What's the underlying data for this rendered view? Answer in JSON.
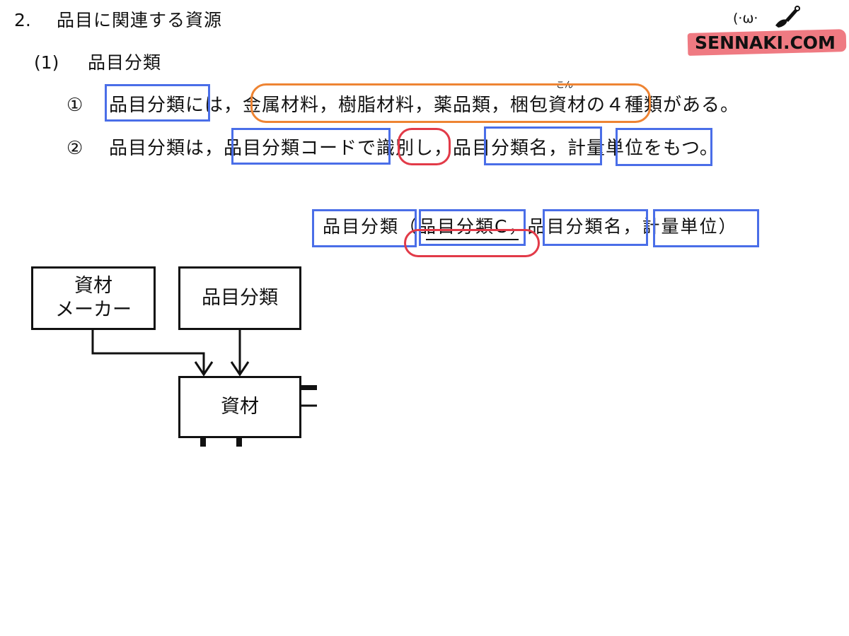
{
  "logo": {
    "text": "SENNAKI.COM",
    "face": "(·ω·",
    "icon": "brush-icon",
    "band_color": "#ef7a82"
  },
  "heading": {
    "number": "2.",
    "title": "品目に関連する資源"
  },
  "subheading": {
    "number": "(1)",
    "title": "品目分類"
  },
  "items": [
    {
      "marker": "①",
      "text": "品目分類には，金属材料，樹脂材料，薬品類，梱包資材の４種類がある。",
      "ruby": "こん"
    },
    {
      "marker": "②",
      "text": "品目分類は，品目分類コードで識別し，品目分類名，計量単位をもつ。"
    }
  ],
  "schema": {
    "text": "品目分類（品目分類C，品目分類名，計量単位）"
  },
  "diagram": {
    "boxes": {
      "maker": "資材\nメーカー",
      "category": "品目分類",
      "material": "資材"
    }
  },
  "colors": {
    "blue_highlight": "#4a6ee8",
    "orange_highlight": "#ee8433",
    "red_highlight": "#e23a48"
  }
}
